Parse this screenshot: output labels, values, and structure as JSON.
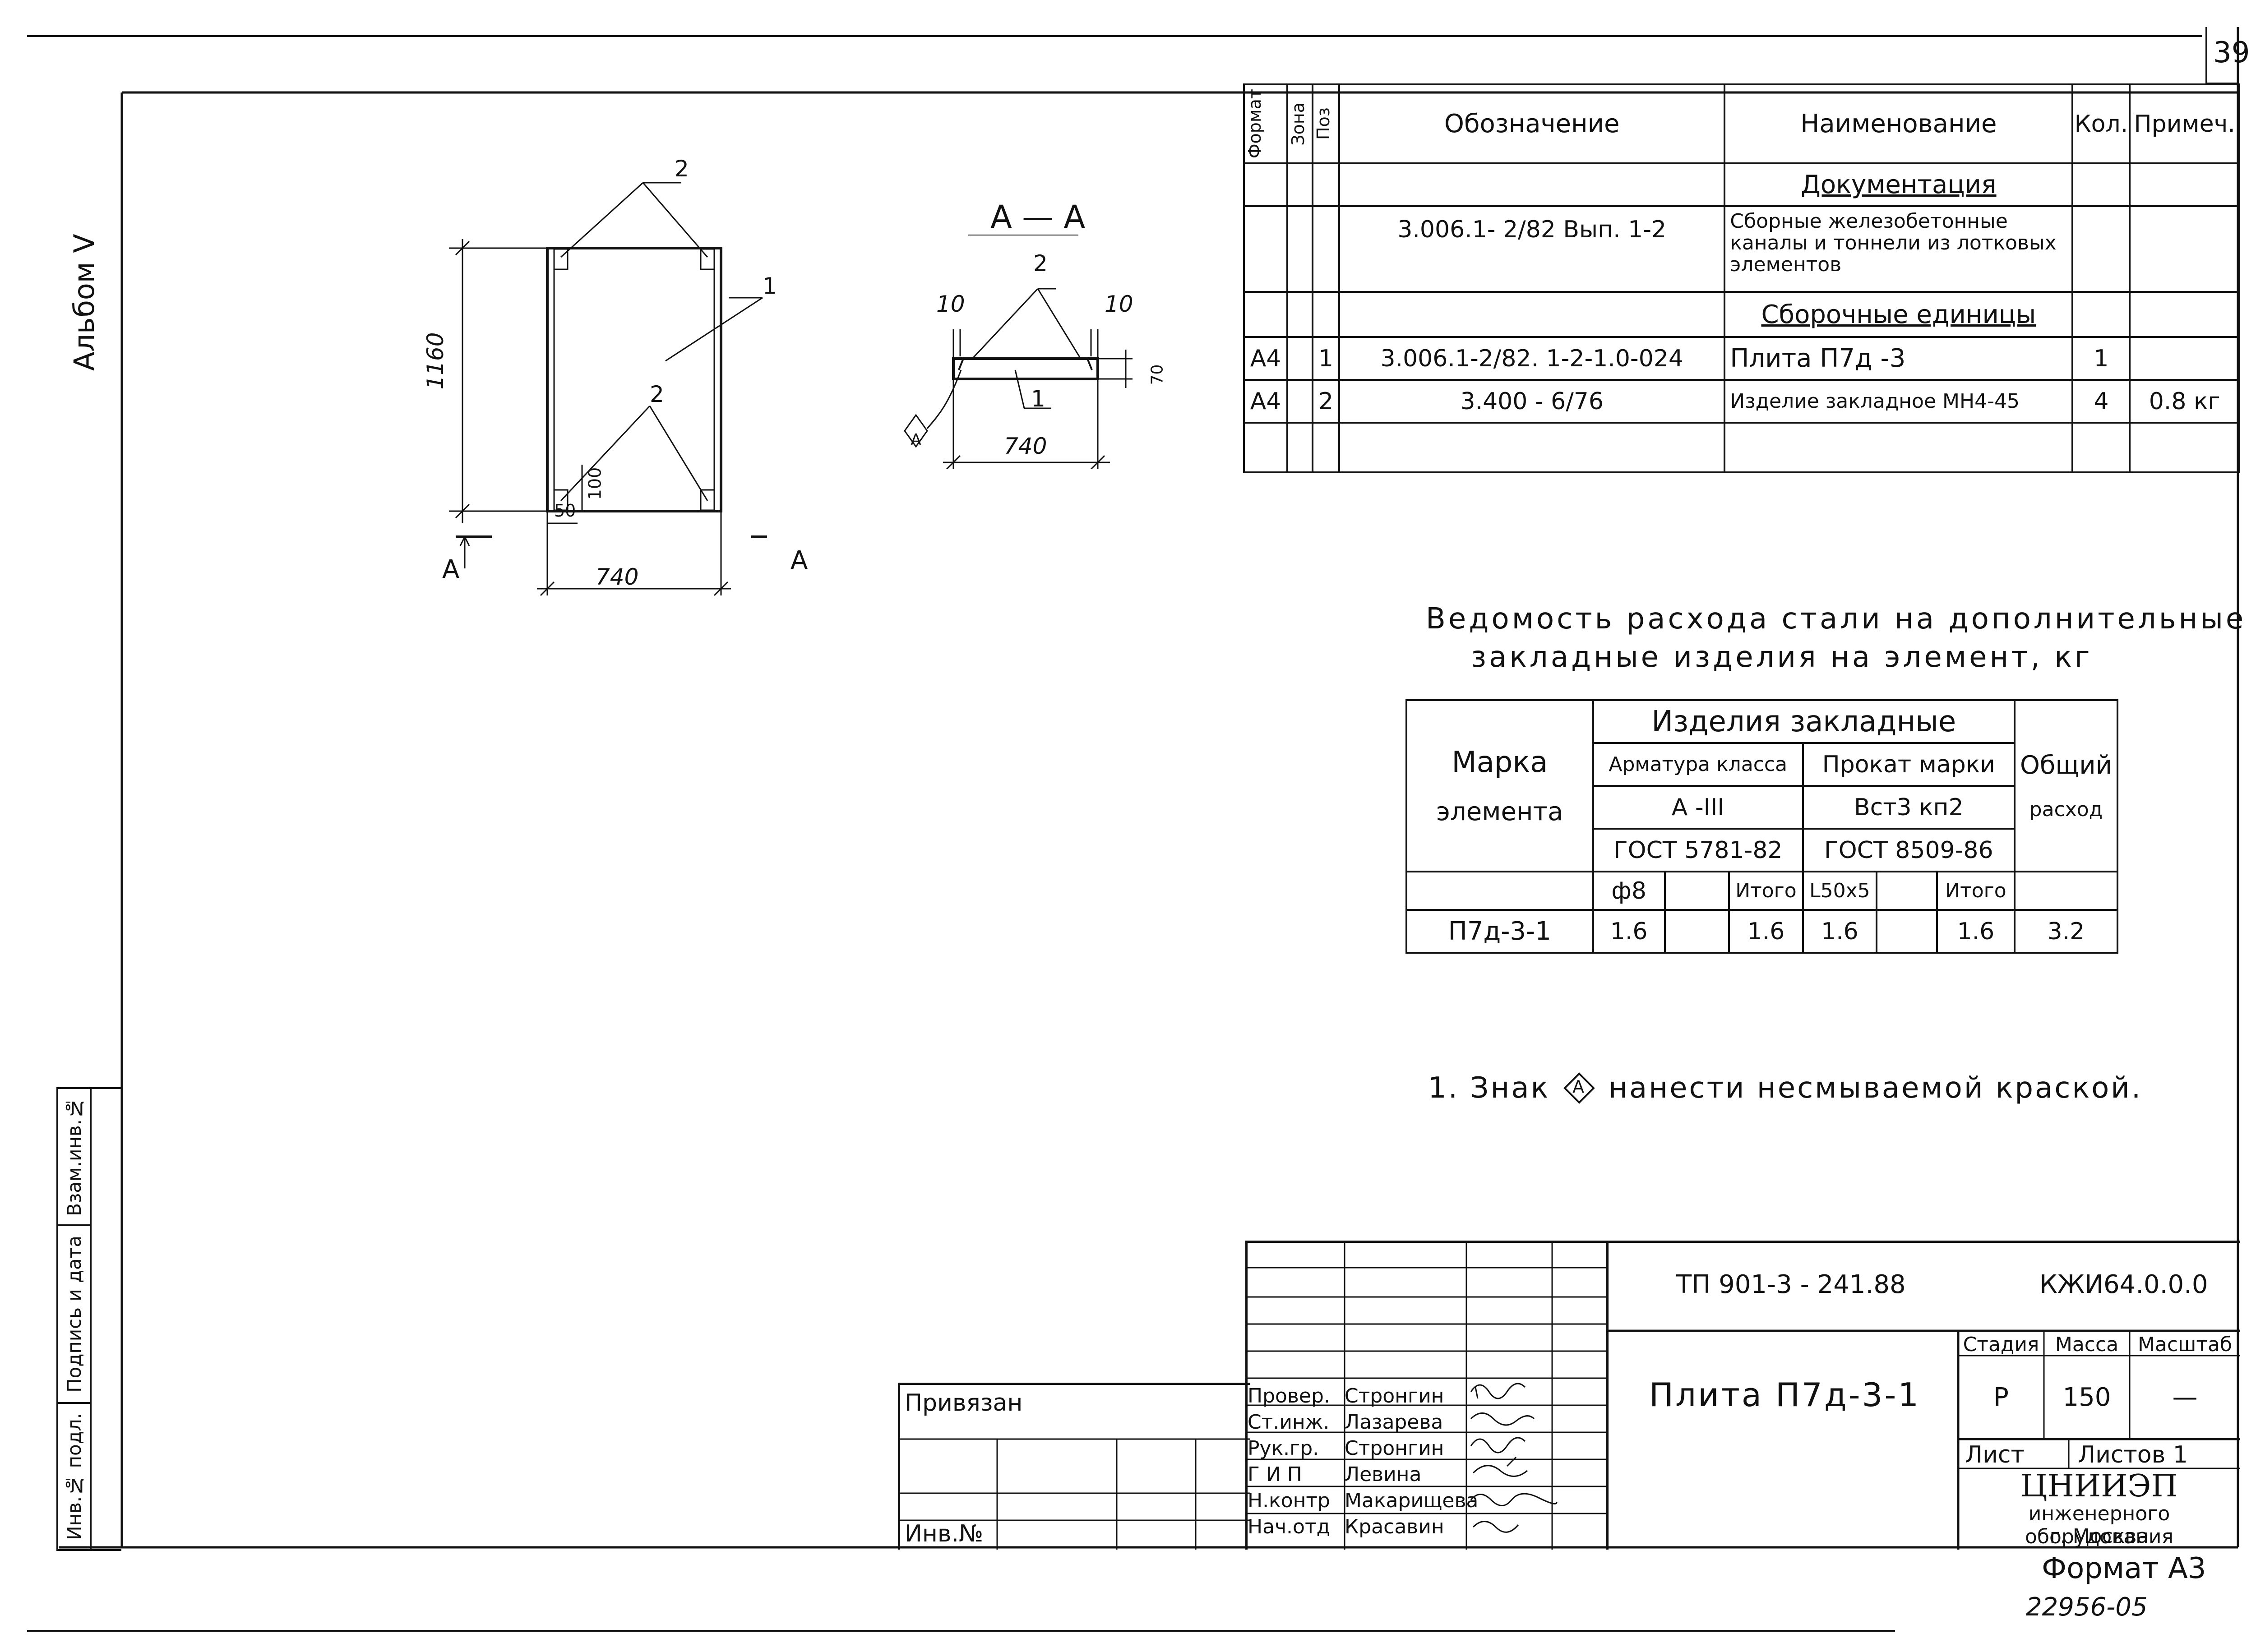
{
  "sheet": {
    "page_number": "39",
    "album": "Альбом V",
    "format_label": "Формат А3",
    "bottom_number": "22956-05"
  },
  "left_stamp": [
    "Взам.инв.№",
    "Подпись и дата",
    "Инв.№ подл."
  ],
  "spec_table": {
    "headers": [
      "Формат",
      "Зона",
      "Поз",
      "Обозначение",
      "Наименование",
      "Кол.",
      "Примеч."
    ],
    "rows": [
      {
        "format": "",
        "zone": "",
        "pos": "",
        "designation": "",
        "name": "Документация",
        "qty": "",
        "note": ""
      },
      {
        "format": "",
        "zone": "",
        "pos": "",
        "designation": "3.006.1- 2/82   Вып. 1-2",
        "name": "Сборные железобетонные каналы и тоннели из лотковых элементов",
        "qty": "",
        "note": ""
      },
      {
        "format": "",
        "zone": "",
        "pos": "",
        "designation": "",
        "name": "Сборочные единицы",
        "qty": "",
        "note": ""
      },
      {
        "format": "А4",
        "zone": "",
        "pos": "1",
        "designation": "3.006.1-2/82. 1-2-1.0-024",
        "name": "Плита   П7д -3",
        "qty": "1",
        "note": ""
      },
      {
        "format": "А4",
        "zone": "",
        "pos": "2",
        "designation": "3.400 - 6/76",
        "name": "Изделие закладное МН4-45",
        "qty": "4",
        "note": "0.8 кг"
      }
    ]
  },
  "plan_view": {
    "dim_height": "1160",
    "dim_width": "740",
    "dim_corner_w": "50",
    "dim_corner_h": "100",
    "pos_1": "1",
    "pos_2_top": "2",
    "pos_2_bottom": "2",
    "cut_left": "А",
    "cut_right": "А"
  },
  "section_view": {
    "title": "А — А",
    "dim_left": "10",
    "dim_right": "10",
    "dim_thickness": "70",
    "dim_width": "740",
    "pos_1": "1",
    "pos_2": "2",
    "mark": "А"
  },
  "steel_table": {
    "title_line1": "Ведомость расхода стали на дополнительные",
    "title_line2": "закладные изделия на элемент, кг",
    "mark_header_1": "Марка",
    "mark_header_2": "элемента",
    "group_header": "Изделия закладные",
    "rebar_header": "Арматура класса",
    "rolled_header": "Прокат марки",
    "total_header_1": "Общий",
    "total_header_2": "расход",
    "rebar_class": "А -III",
    "rolled_grade": "Вст3 кп2",
    "rebar_gost": "ГОСТ 5781-82",
    "rolled_gost": "ГОСТ 8509-86",
    "col_d8": "ф8",
    "col_total_1": "Итого",
    "col_l50": "L50х5",
    "col_total_2": "Итого",
    "row": {
      "mark": "П7д-3-1",
      "d8": "1.6",
      "blank1": "",
      "total1": "1.6",
      "l50": "1.6",
      "blank2": "",
      "total2": "1.6",
      "grand": "3.2"
    }
  },
  "note": {
    "prefix": "1. Знак",
    "symbol": "А",
    "text": "нанести несмываемой краской."
  },
  "title_block": {
    "project_code": "ТП 901-3 - 241.88",
    "doc_code": "КЖИ64.0.0.0",
    "title": "Плита  П7д-3-1",
    "stage_label": "Стадия",
    "mass_label": "Масса",
    "scale_label": "Масштаб",
    "stage": "Р",
    "mass": "150",
    "scale": "—",
    "sheet_label": "Лист",
    "sheets_label": "Листов 1",
    "org_line1": "ЦНИИЭП",
    "org_line2": "инженерного оборудования",
    "org_line3": "г. Москва",
    "attached_label": "Привязан",
    "inv_label": "Инв.№",
    "signers": [
      {
        "role": "Провер.",
        "name": "Стронгин"
      },
      {
        "role": "Ст.инж.",
        "name": "Лазарева"
      },
      {
        "role": "Рук.гр.",
        "name": "Стронгин"
      },
      {
        "role": "Г И П",
        "name": "Левина"
      },
      {
        "role": "Н.контр",
        "name": "Макарищева"
      },
      {
        "role": "Нач.отд",
        "name": "Красавин"
      }
    ]
  }
}
